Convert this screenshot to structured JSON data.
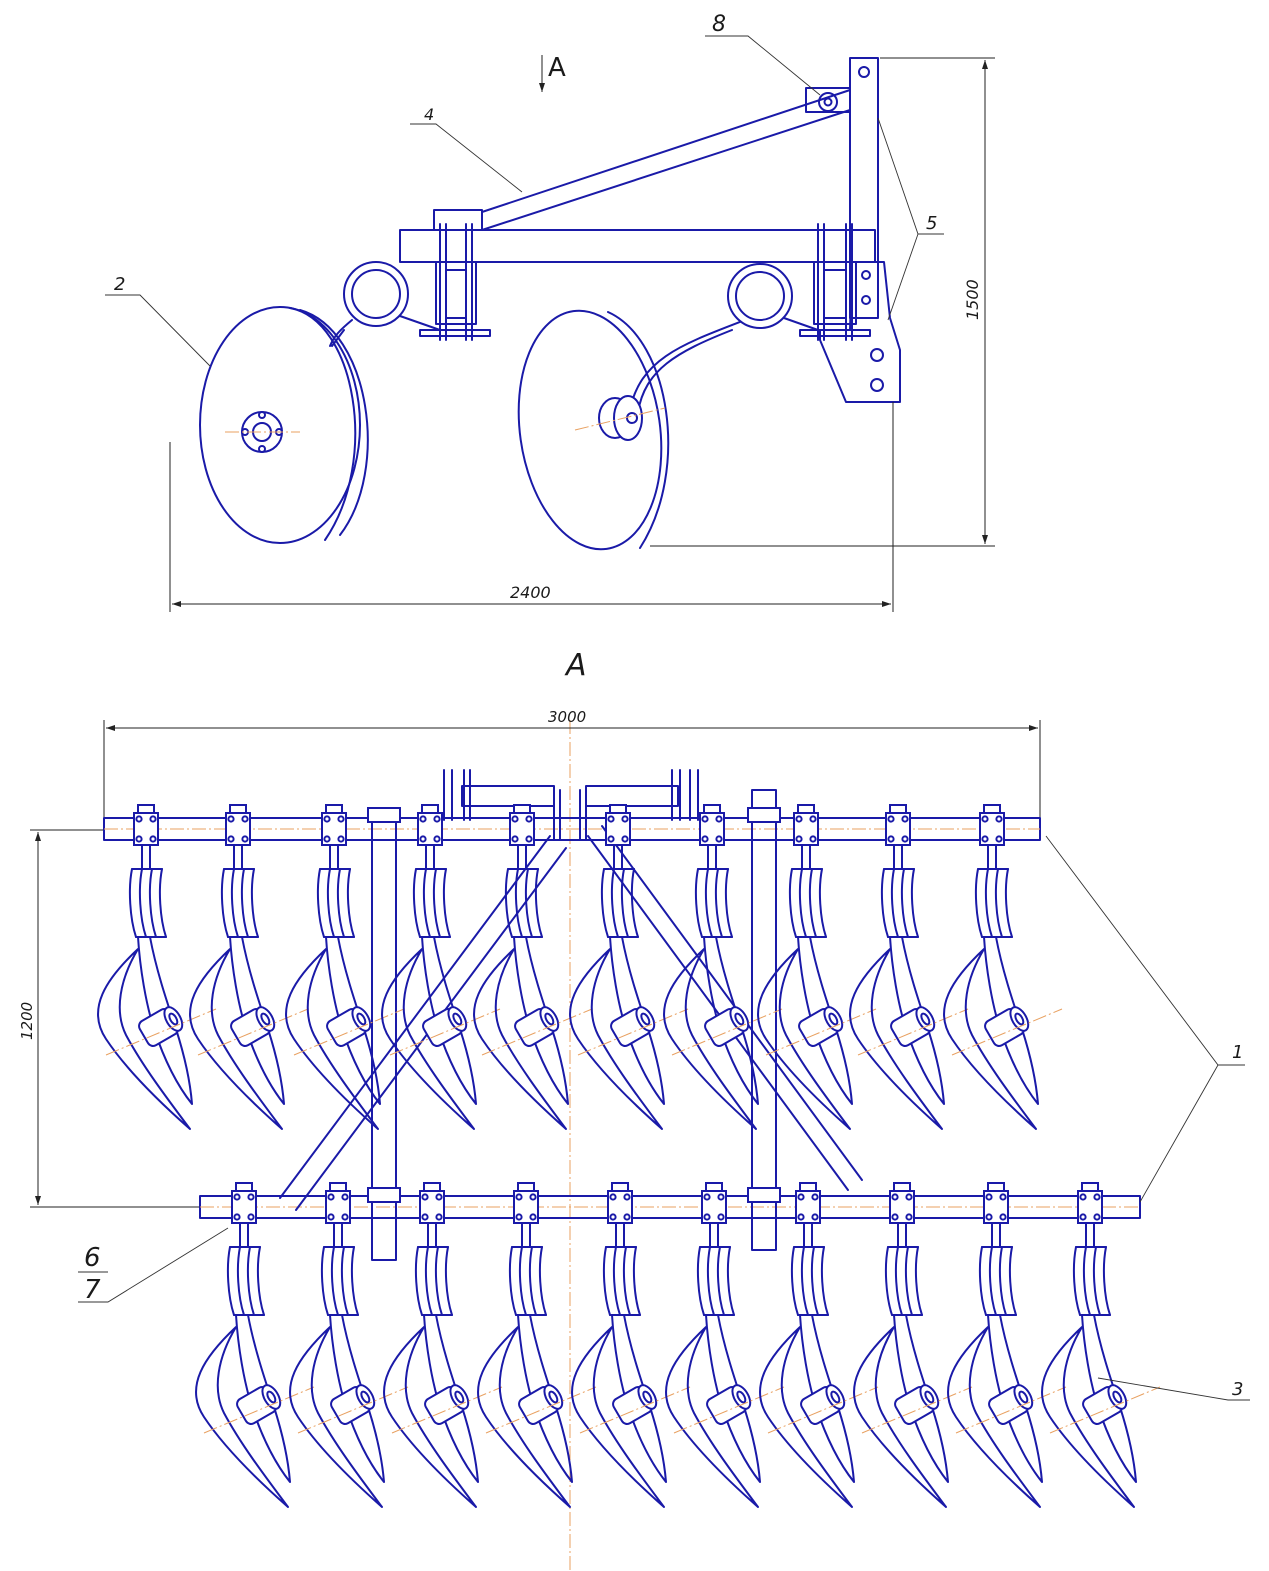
{
  "colors": {
    "ink": "#1a1aa8",
    "axis": "#e8a060",
    "text": "#1a1a1a"
  },
  "side_view": {
    "view_arrow": "A",
    "callouts": {
      "disk": "2",
      "tie_rod": "4",
      "bracket": "5",
      "pin": "8"
    },
    "dim_width": "2400",
    "dim_height": "1500"
  },
  "top_view": {
    "title": "A",
    "callouts": {
      "beam": "1",
      "spring_tine": "3",
      "clamp_top": "6",
      "clamp_bottom": "7"
    },
    "dim_width": "3000",
    "dim_depth": "1200"
  }
}
